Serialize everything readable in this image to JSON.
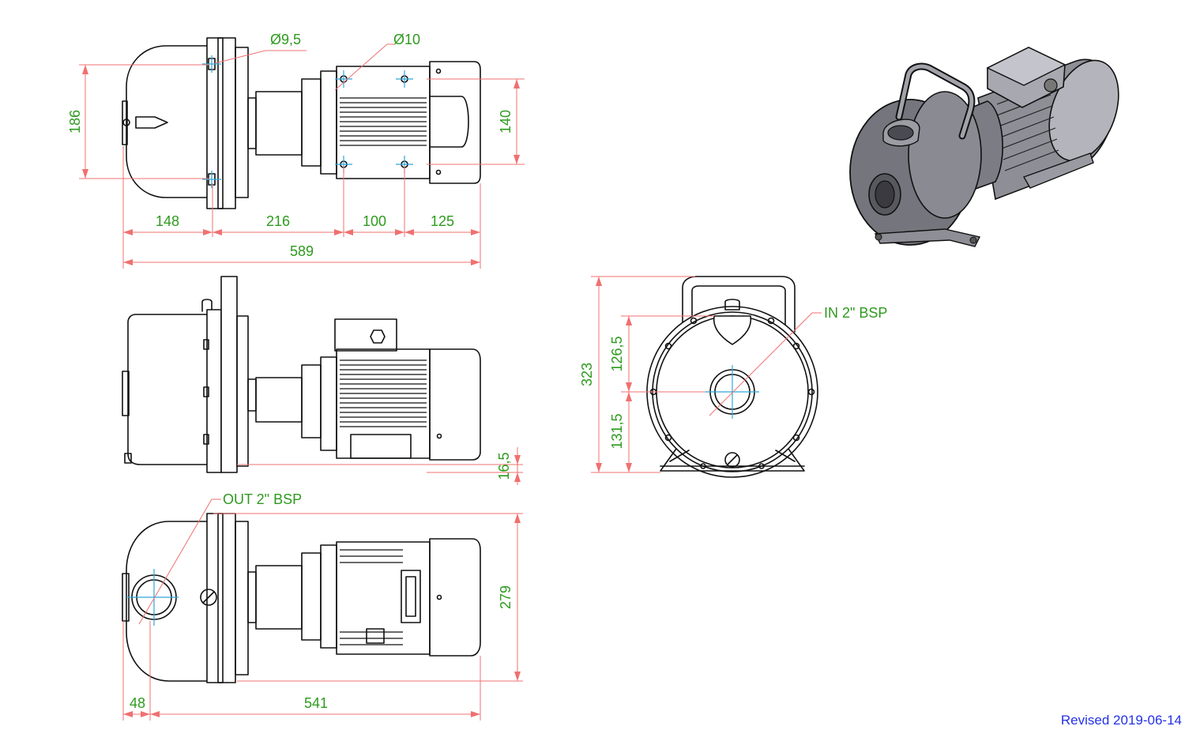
{
  "drawing": {
    "top_view": {
      "hole_callout_1": "Ø9,5",
      "hole_callout_2": "Ø10",
      "dim_height": "186",
      "dim_motor_mount": "140",
      "dim_seg_1": "148",
      "dim_seg_2": "216",
      "dim_seg_3": "100",
      "dim_seg_4": "125",
      "dim_total": "589"
    },
    "side_view": {
      "dim_foot": "16,5"
    },
    "bottom_view": {
      "outlet_label": "OUT 2\" BSP",
      "dim_height": "279",
      "dim_seg_1": "48",
      "dim_seg_2": "541"
    },
    "front_view": {
      "inlet_label": "IN 2\" BSP",
      "dim_total_height": "323",
      "dim_upper": "126,5",
      "dim_lower": "131,5"
    }
  },
  "revision": "Revised 2019-06-14",
  "colors": {
    "dimension_line": "#f07070",
    "dimension_text": "#2e9a1e",
    "centerline": "#2fa6d8",
    "outline": "#111111",
    "revision_text": "#2430e6"
  }
}
